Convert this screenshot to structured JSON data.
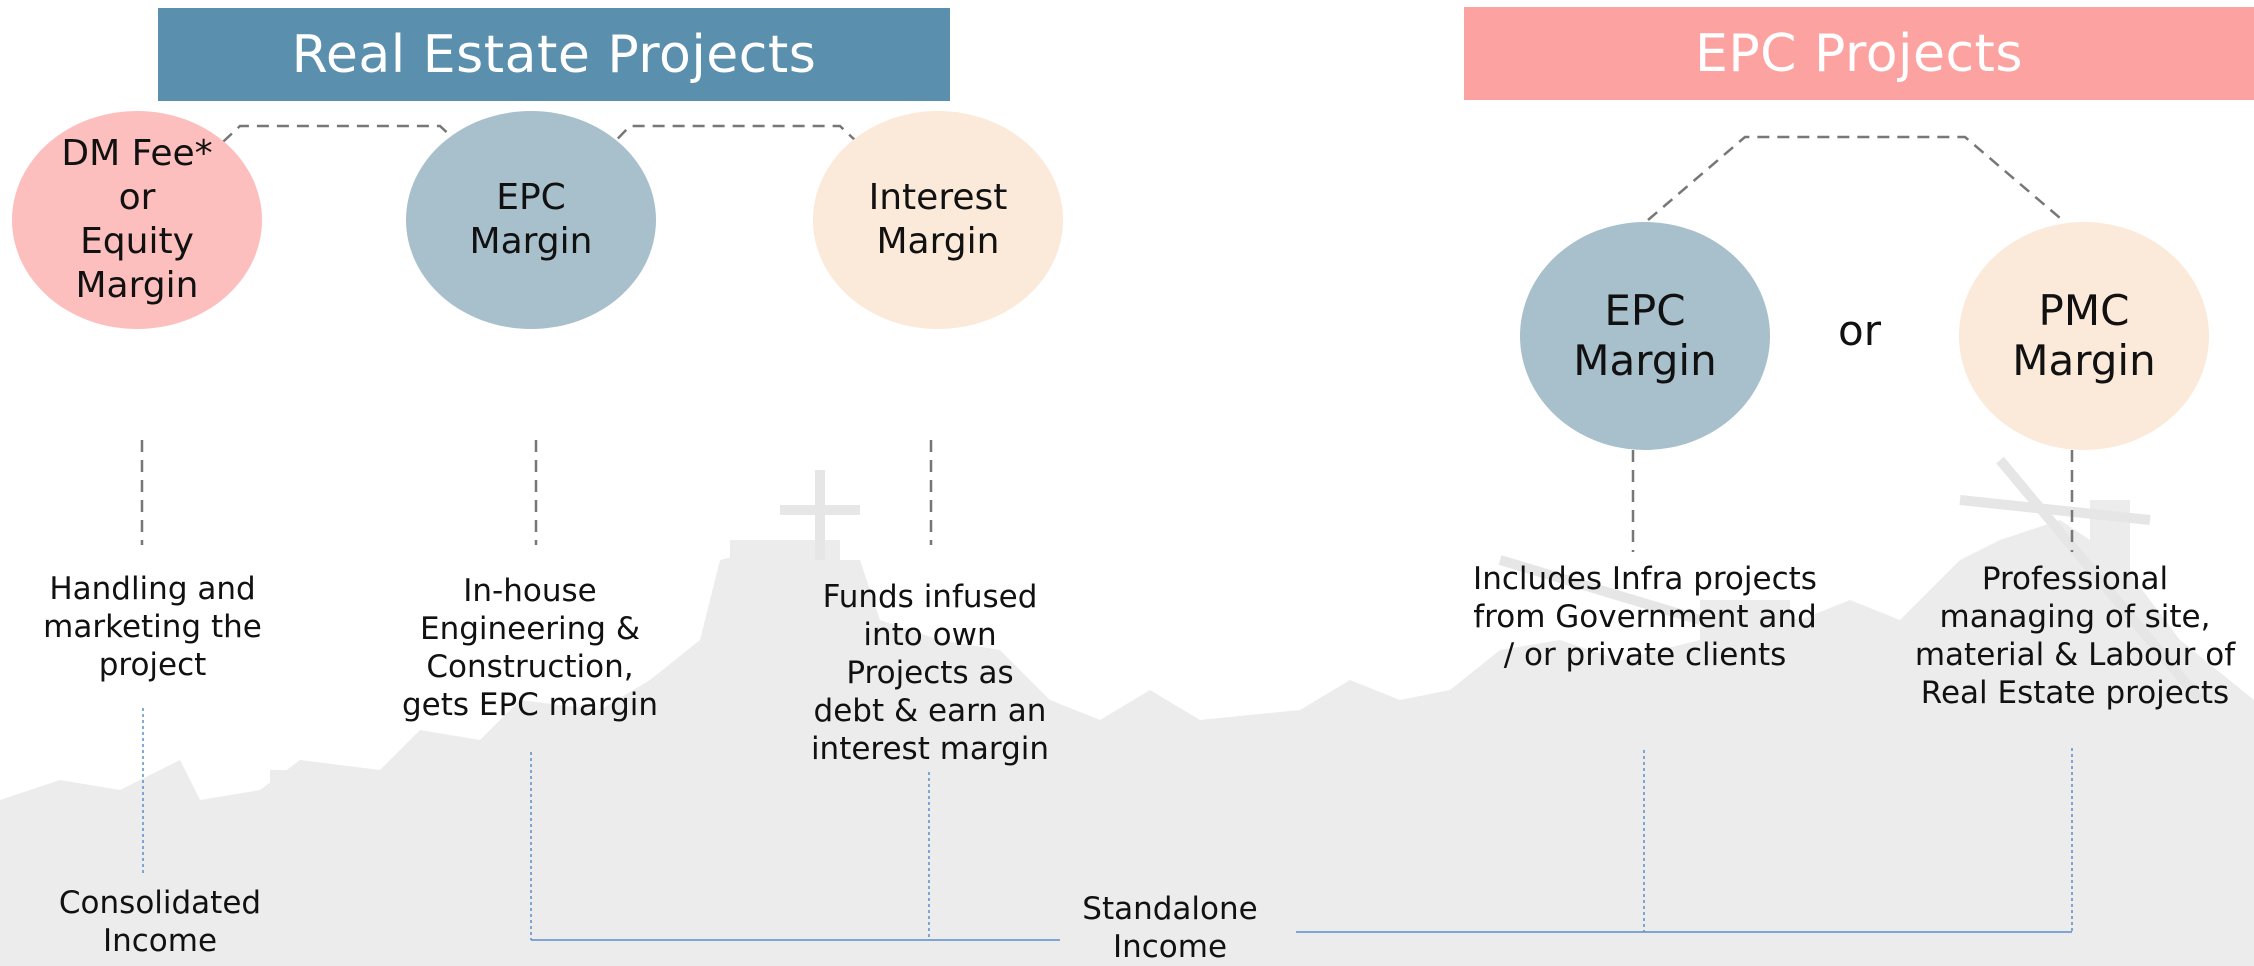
{
  "real_estate": {
    "title": "Real Estate Projects",
    "circles": [
      {
        "lines": [
          "DM Fee*",
          "or",
          "Equity",
          "Margin"
        ],
        "color": "#fdbfbe"
      },
      {
        "lines": [
          "EPC",
          "Margin"
        ],
        "color": "#a8bfcc"
      },
      {
        "lines": [
          "Interest",
          "Margin"
        ],
        "color": "#fbe9d9"
      }
    ],
    "descriptions": [
      [
        "Handling and",
        "marketing the",
        "project"
      ],
      [
        "In-house",
        "Engineering &",
        "Construction,",
        "gets EPC margin"
      ],
      [
        "Funds infused",
        "into own",
        "Projects as",
        "debt & earn an",
        "interest margin"
      ]
    ],
    "consolidated": [
      "Consolidated",
      "Income"
    ],
    "standalone": [
      "Standalone",
      "Income"
    ]
  },
  "epc": {
    "title": "EPC Projects",
    "circles": [
      {
        "lines": [
          "EPC",
          "Margin"
        ],
        "color": "#a8bfcc"
      },
      {
        "lines": [
          "PMC",
          "Margin"
        ],
        "color": "#fbe9d9"
      }
    ],
    "or_label": "or",
    "descriptions": [
      [
        "Includes Infra projects",
        "from Government and",
        "/ or private clients"
      ],
      [
        "Professional",
        "managing of site,",
        "material & Labour of",
        "Real Estate projects"
      ]
    ]
  },
  "colors": {
    "real_estate_header": "#5b8fae",
    "epc_header": "#fca3a1",
    "connector_gray": "#777777",
    "connector_blue": "#5b8fc9"
  }
}
